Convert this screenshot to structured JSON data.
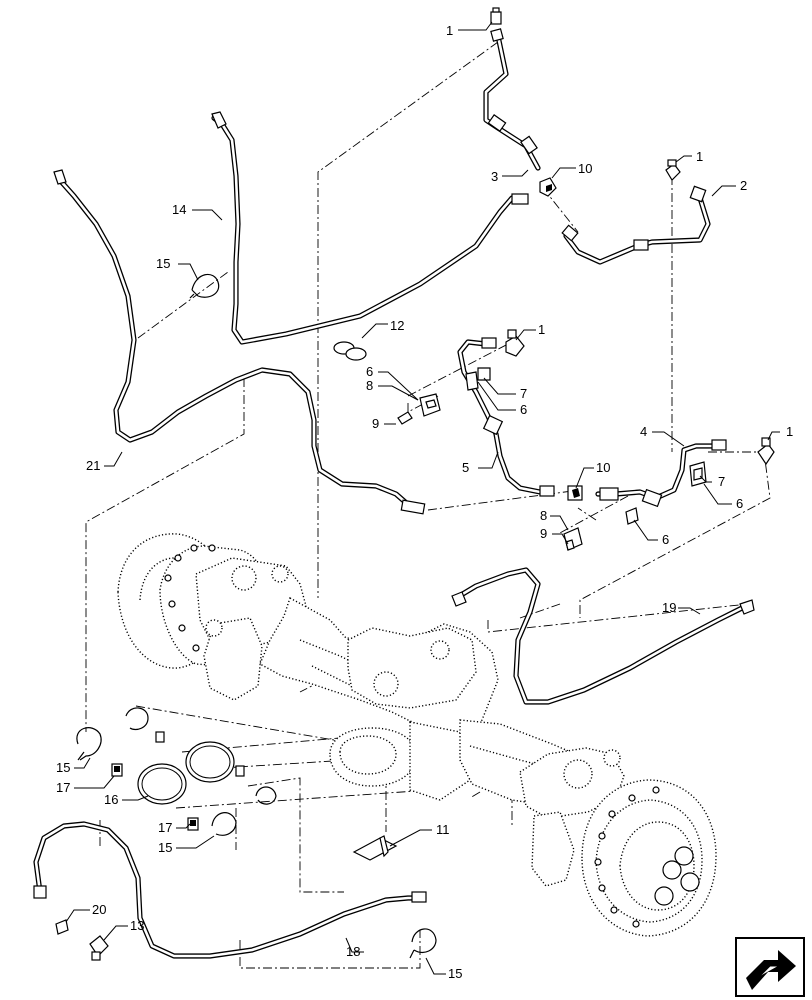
{
  "diagram": {
    "callouts": {
      "c1_top": "1",
      "c3": "3",
      "c10_top": "10",
      "c1_right": "1",
      "c2": "2",
      "c14": "14",
      "c15_top": "15",
      "c12": "12",
      "c1_mid": "1",
      "c6_a": "6",
      "c8_a": "8",
      "c9_a": "9",
      "c7_a": "7",
      "c6_b": "6",
      "c4": "4",
      "c1_low": "1",
      "c7_b": "7",
      "c6_c": "6",
      "c5": "5",
      "c10_low": "10",
      "c8_b": "8",
      "c9_b": "9",
      "c6_d": "6",
      "c21": "21",
      "c19": "19",
      "c15_left": "15",
      "c17_a": "17",
      "c16": "16",
      "c17_b": "17",
      "c15_mid": "15",
      "c11": "11",
      "c20": "20",
      "c13": "13",
      "c18": "18",
      "c15_bottom": "15"
    },
    "nav_icon": "next-page-arrow-icon"
  }
}
